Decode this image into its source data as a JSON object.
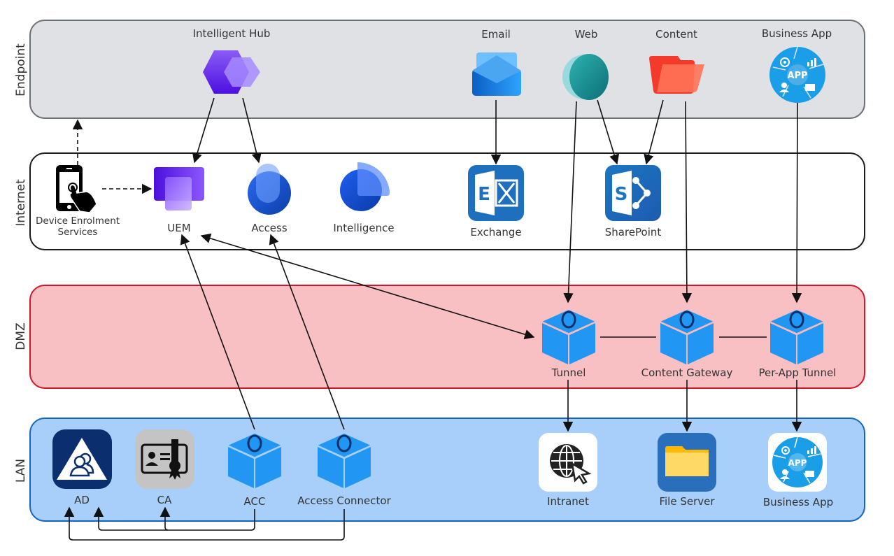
{
  "zones": {
    "endpoint": "Endpoint",
    "internet": "Internet",
    "dmz": "DMZ",
    "lan": "LAN"
  },
  "colors": {
    "endpoint_fill": "#dfe1e5",
    "internet_fill": "#ffffff",
    "dmz_fill": "#f9c0c4",
    "dmz_border": "#d3172a",
    "lan_fill": "#a8cff9",
    "lan_border": "#1565c0",
    "cube_blue": "#2196f3"
  },
  "endpoint": {
    "intelligent_hub": "Intelligent Hub",
    "email": "Email",
    "web": "Web",
    "content": "Content",
    "business_app": "Business App"
  },
  "internet": {
    "des_line1": "Device Enrolment",
    "des_line2": "Services",
    "uem": "UEM",
    "access": "Access",
    "intelligence": "Intelligence",
    "exchange": "Exchange",
    "sharepoint": "SharePoint"
  },
  "dmz": {
    "tunnel": "Tunnel",
    "content_gateway": "Content Gateway",
    "per_app_tunnel": "Per-App Tunnel"
  },
  "lan": {
    "ad": "AD",
    "ca": "CA",
    "acc": "ACC",
    "access_connector": "Access Connector",
    "intranet": "Intranet",
    "file_server": "File Server",
    "business_app": "Business App"
  },
  "icons": {
    "app_badge": "APP",
    "exchange_letter": "E",
    "sharepoint_letter": "S"
  },
  "connections": [
    {
      "from": "Intelligent Hub",
      "to": "UEM",
      "style": "solid"
    },
    {
      "from": "Intelligent Hub",
      "to": "Access",
      "style": "solid"
    },
    {
      "from": "Device Enrolment Services",
      "to": "Endpoint",
      "style": "dashed"
    },
    {
      "from": "Device Enrolment Services",
      "to": "UEM",
      "style": "dashed"
    },
    {
      "from": "Email",
      "to": "Exchange",
      "style": "solid"
    },
    {
      "from": "Web",
      "to": "SharePoint",
      "style": "solid"
    },
    {
      "from": "Content",
      "to": "SharePoint",
      "style": "solid"
    },
    {
      "from": "Web",
      "to": "Tunnel",
      "style": "solid"
    },
    {
      "from": "Content",
      "to": "Content Gateway",
      "style": "solid"
    },
    {
      "from": "Business App",
      "to": "Per-App Tunnel",
      "style": "solid"
    },
    {
      "from": "UEM",
      "to": "Tunnel",
      "style": "bidirectional"
    },
    {
      "from": "ACC",
      "to": "UEM",
      "style": "solid"
    },
    {
      "from": "Access Connector",
      "to": "Access",
      "style": "solid"
    },
    {
      "from": "Tunnel",
      "to": "Content Gateway",
      "style": "line"
    },
    {
      "from": "Content Gateway",
      "to": "Per-App Tunnel",
      "style": "line"
    },
    {
      "from": "Tunnel",
      "to": "Intranet",
      "style": "solid"
    },
    {
      "from": "Content Gateway",
      "to": "File Server",
      "style": "solid"
    },
    {
      "from": "Per-App Tunnel",
      "to": "Business App",
      "style": "solid"
    },
    {
      "from": "ACC",
      "to": "AD",
      "style": "solid"
    },
    {
      "from": "ACC",
      "to": "CA",
      "style": "solid"
    },
    {
      "from": "Access Connector",
      "to": "AD",
      "style": "solid"
    }
  ]
}
